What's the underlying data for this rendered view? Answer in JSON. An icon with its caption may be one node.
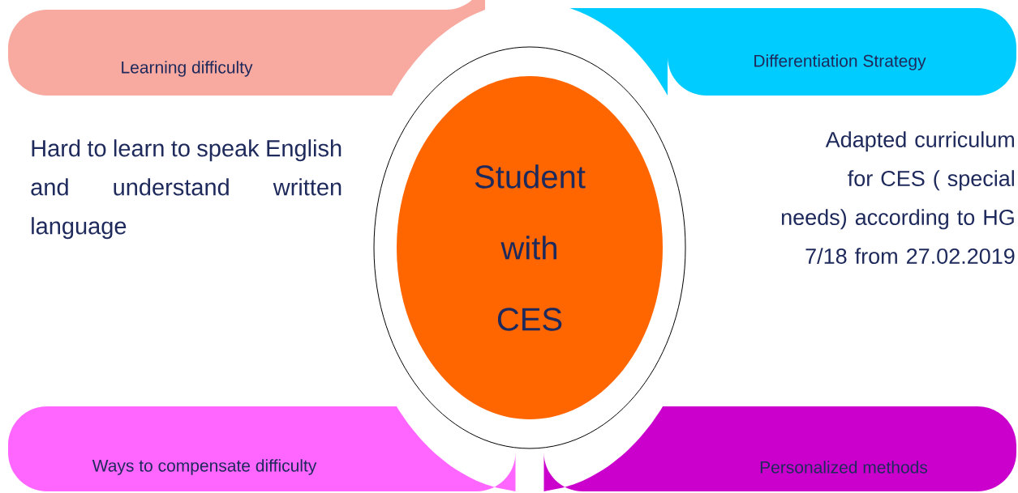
{
  "diagram": {
    "nodes": [
      {
        "text": [
          "Learning difficulty"
        ]
      },
      {
        "text": [
          "Differentiation Strategy"
        ]
      },
      {
        "text": [],
        "shape": "circle"
      },
      {
        "text": [
          "Student with CES"
        ],
        "in": 2
      },
      {
        "text": [
          "Ways to compensate difficulty"
        ]
      },
      {
        "text": [
          "Personalized methods"
        ]
      }
    ],
    "labels": [
      "Hard to learn to speak English and understand written language",
      "Adapted curriculum for CES ( special needs) according to HG 7/18 from 27.02.2019"
    ]
  }
}
